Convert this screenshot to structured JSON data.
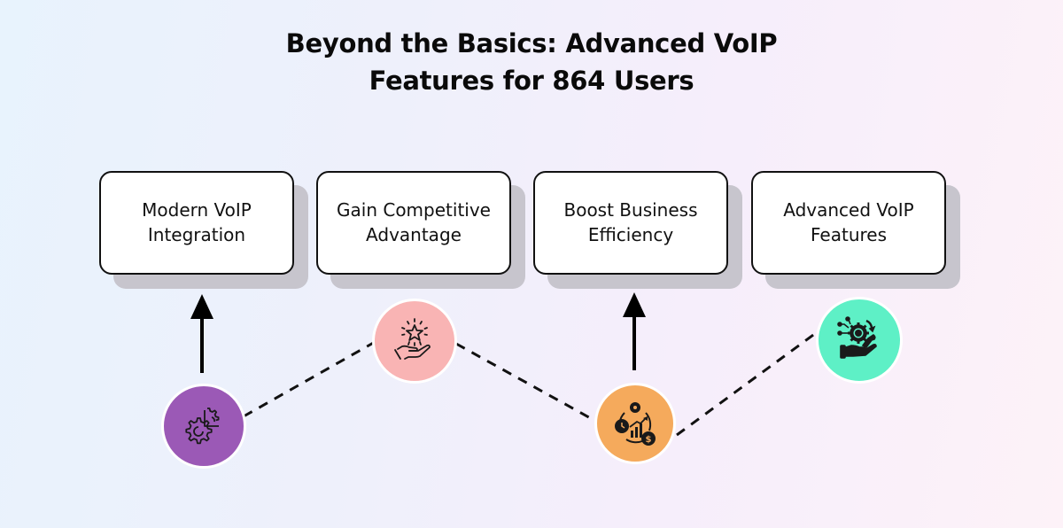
{
  "title": {
    "line1": "Beyond the Basics: Advanced VoIP",
    "line2": "Features for 864 Users"
  },
  "steps": [
    {
      "label_line1": "Modern VoIP",
      "label_line2": "Integration",
      "icon": "gear-clock-icon",
      "color": "#9b59b6",
      "connector": "arrow-up"
    },
    {
      "label_line1": "Gain Competitive",
      "label_line2": "Advantage",
      "icon": "hand-star-icon",
      "color": "#f9b4b4",
      "connector": "none"
    },
    {
      "label_line1": "Boost Business",
      "label_line2": "Efficiency",
      "icon": "efficiency-cycle-icon",
      "color": "#f5aa5c",
      "connector": "arrow-up"
    },
    {
      "label_line1": "Advanced VoIP",
      "label_line2": "Features",
      "icon": "hand-gear-wrench-icon",
      "color": "#5ef0c6",
      "connector": "none"
    }
  ],
  "colors": {
    "card_border": "#111111",
    "card_shadow": "#c7c5cd",
    "line": "#111111"
  }
}
